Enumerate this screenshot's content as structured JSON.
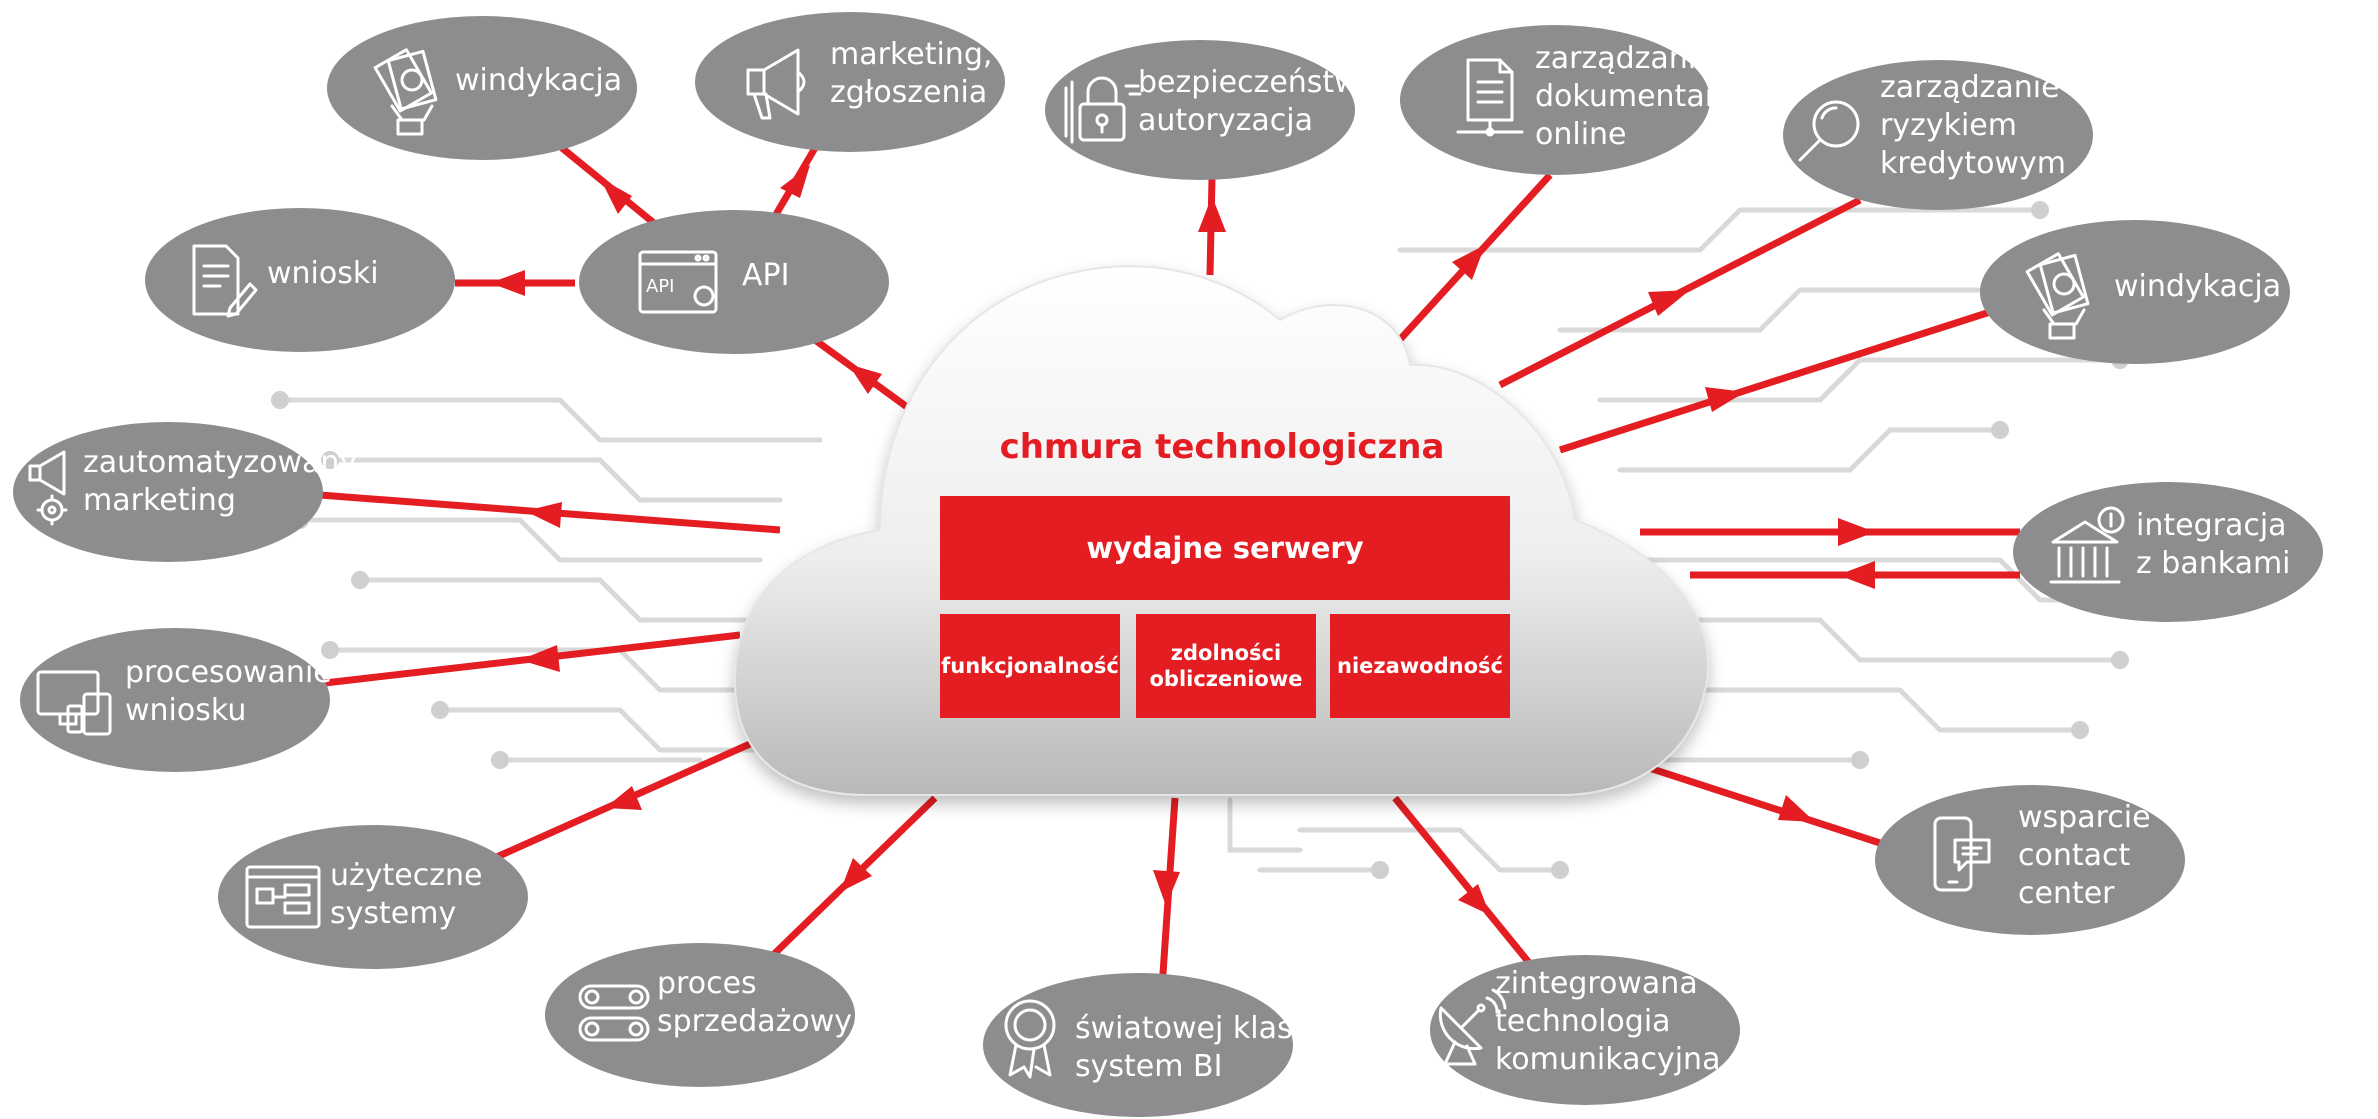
{
  "colors": {
    "accent": "#e41d23",
    "node": "#8d8d8f",
    "background": "#ffffff",
    "circuit": "#d9d9d9"
  },
  "cloud": {
    "title": "chmura technologiczna",
    "main_box": "wydajne serwery",
    "boxes": [
      {
        "lines": [
          "funkcjonalność"
        ]
      },
      {
        "lines": [
          "zdolności",
          "obliczeniowe"
        ]
      },
      {
        "lines": [
          "niezawodność"
        ]
      }
    ]
  },
  "nodes": [
    {
      "id": "windykacja-top",
      "icon": "money-hand-icon",
      "lines": [
        "windykacja"
      ]
    },
    {
      "id": "marketing",
      "icon": "megaphone-icon",
      "lines": [
        "marketing,",
        "zgłoszenia"
      ]
    },
    {
      "id": "bezpieczenstwo",
      "icon": "security-lock-icon",
      "lines": [
        "bezpieczeństwo,",
        "autoryzacja"
      ]
    },
    {
      "id": "dokumenty",
      "icon": "document-network-icon",
      "lines": [
        "zarządzanie",
        "dokumentami",
        "online"
      ]
    },
    {
      "id": "ryzyko",
      "icon": "magnifier-icon",
      "lines": [
        "zarządzanie",
        "ryzykiem",
        "kredytowym"
      ]
    },
    {
      "id": "windykacja-right",
      "icon": "money-hand-icon",
      "lines": [
        "windykacja"
      ]
    },
    {
      "id": "integracja",
      "icon": "bank-icon",
      "lines": [
        "integracja",
        "z bankami"
      ]
    },
    {
      "id": "wsparcie",
      "icon": "phone-chat-icon",
      "lines": [
        "wsparcie",
        "contact",
        "center"
      ]
    },
    {
      "id": "komunikacja",
      "icon": "satellite-dish-icon",
      "lines": [
        "zintegrowana",
        "technologia",
        "komunikacyjna"
      ]
    },
    {
      "id": "bi",
      "icon": "award-rosette-icon",
      "lines": [
        "światowej klasy",
        "system BI"
      ]
    },
    {
      "id": "sprzedaz",
      "icon": "process-flow-icon",
      "lines": [
        "proces",
        "sprzedażowy"
      ]
    },
    {
      "id": "systemy",
      "icon": "window-blocks-icon",
      "lines": [
        "użyteczne",
        "systemy"
      ]
    },
    {
      "id": "procesowanie",
      "icon": "devices-icon",
      "lines": [
        "procesowanie",
        "wniosku"
      ]
    },
    {
      "id": "automarketing",
      "icon": "megaphone-gear-icon",
      "lines": [
        "zautomatyzowany",
        "marketing"
      ]
    },
    {
      "id": "wnioski",
      "icon": "document-pen-icon",
      "lines": [
        "wnioski"
      ]
    },
    {
      "id": "api",
      "icon": "api-window-icon",
      "lines": [
        "API"
      ]
    }
  ]
}
